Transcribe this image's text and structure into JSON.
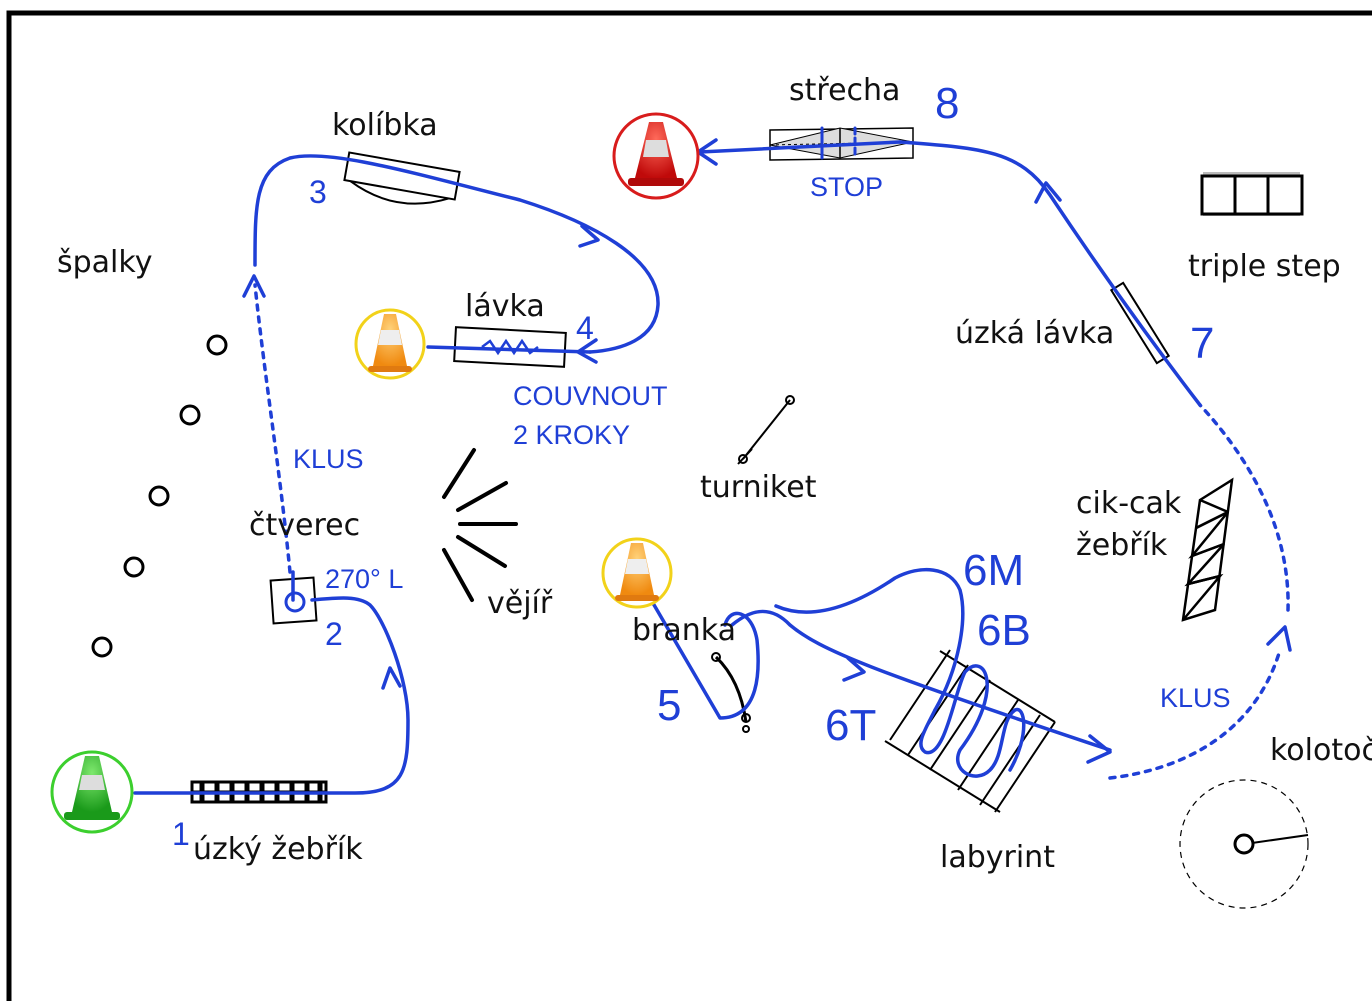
{
  "colors": {
    "path": "#1f3fd6",
    "obstacle": "#111111",
    "cone_start": "#3ccf2e",
    "cone_mid": "#f2d21a",
    "cone_end": "#d81c1c"
  },
  "stations": {
    "uzky_zebrik": "úzký žebřík",
    "ctverec": "čtverec",
    "spalky": "špalky",
    "kolibka": "kolíbka",
    "lavka": "lávka",
    "vejir": "vějíř",
    "turniket": "turniket",
    "branka": "branka",
    "labyrint": "labyrint",
    "cik_cak_line1": "cik-cak",
    "cik_cak_line2": "žebřík",
    "kolotoc": "kolotoč",
    "triple_step": "triple step",
    "uzka_lavka": "úzká lávka",
    "strecha": "střecha"
  },
  "numbers": {
    "n1": "1",
    "n2": "2",
    "n3": "3",
    "n4": "4",
    "n5": "5",
    "n6m": "6M",
    "n6b": "6B",
    "n6t": "6T",
    "n7": "7",
    "n8": "8"
  },
  "notes": {
    "klus_left": "KLUS",
    "klus_right": "KLUS",
    "turn_270": "270° L",
    "couvnout_1": "COUVNOUT",
    "couvnout_2": "2 KROKY",
    "stop": "STOP"
  },
  "icons": {
    "start_cone": "green-traffic-cone-icon",
    "mid_cones": "yellow-traffic-cone-icon",
    "finish_cone": "red-traffic-cone-icon"
  }
}
